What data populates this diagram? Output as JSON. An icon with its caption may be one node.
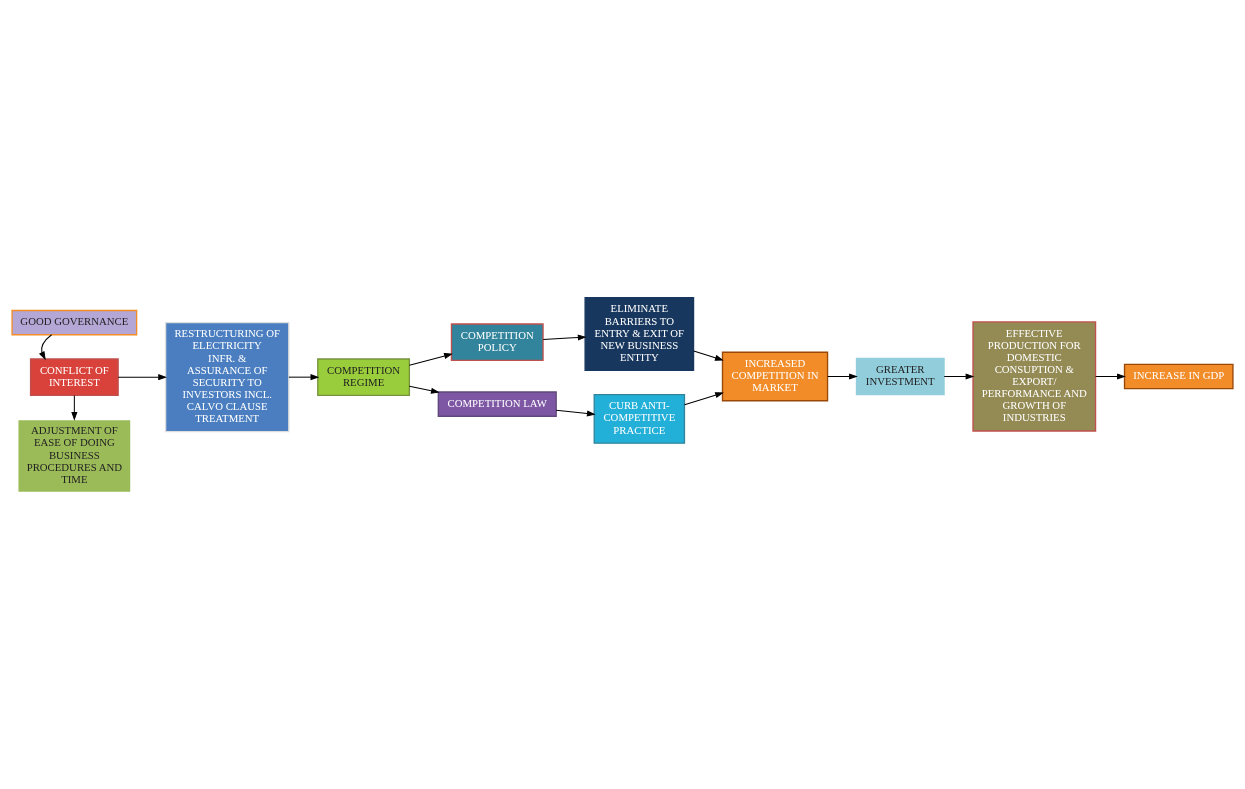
{
  "diagram": {
    "nodes": [
      {
        "text": [
          "GOOD GOVERNANCE"
        ]
      },
      {
        "text": [
          "CONFLICT OF INTEREST"
        ]
      },
      {
        "text": [
          "ADJUSTMENT OF EASE OF DOING BUSINESS PROCEDURES AND TIME"
        ]
      },
      {
        "text": [
          "RESTRUCTURING OF ELECTRICITY INFR. & ASSURANCE OF SECURITY TO INVESTORS INCL. CALVO CLAUSE TREATMENT"
        ]
      },
      {
        "text": [
          "COMPETITION REGIME"
        ]
      },
      {
        "text": [
          "COMPETITION POLICY"
        ]
      },
      {
        "text": [
          "COMPETITION LAW"
        ]
      },
      {
        "text": [
          "ELIMINATE BARRIERS TO ENTRY & EXIT OF NEW BUSINESS ENTITY"
        ]
      },
      {
        "text": [
          "CURB ANTI- COMPETITIVE PRACTICE"
        ]
      },
      {
        "text": [
          "INCREASED COMPETITION IN MARKET"
        ]
      },
      {
        "text": [
          "GREATER INVESTMENT"
        ]
      },
      {
        "text": [
          "EFFECTIVE PRODUCTION FOR DOMESTIC CONSUPTION & EXPORT/ PERFORMANCE AND GROWTH OF INDUSTRIES"
        ]
      },
      {
        "text": [
          "INCREASE IN GDP"
        ]
      }
    ],
    "edges": [
      {
        "from": 0,
        "to": 1,
        "arrow": "to"
      },
      {
        "from": 1,
        "to": 3,
        "arrow": "to"
      },
      {
        "from": 1,
        "to": 2,
        "arrow": "to"
      },
      {
        "from": 3,
        "to": 4,
        "arrow": "to"
      },
      {
        "from": 4,
        "to": 5,
        "arrow": "to"
      },
      {
        "from": 4,
        "to": 6,
        "arrow": "to"
      },
      {
        "from": 5,
        "to": 7,
        "arrow": "to"
      },
      {
        "from": 6,
        "to": 8,
        "arrow": "to"
      },
      {
        "from": 7,
        "to": 9,
        "arrow": "to"
      },
      {
        "from": 8,
        "to": 9,
        "arrow": "to"
      },
      {
        "from": 9,
        "to": 10,
        "arrow": "to"
      },
      {
        "from": 10,
        "to": 11,
        "arrow": "to"
      },
      {
        "from": 11,
        "to": 12,
        "arrow": "to"
      }
    ]
  }
}
